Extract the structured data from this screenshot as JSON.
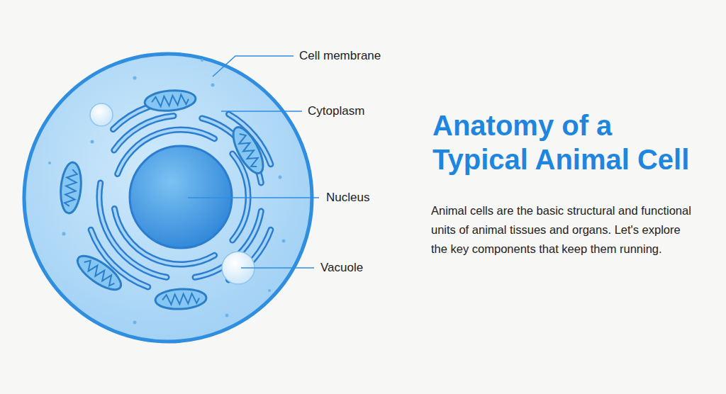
{
  "diagram": {
    "title": "Anatomy of a Typical Animal Cell",
    "caption": "Animal cells are the basic structural and functional units of animal tissues and organs. Let's explore the key components that keep them running.",
    "labels": [
      "Cell membrane",
      "Cytoplasm",
      "Nucleus",
      "Vacuole"
    ]
  }
}
